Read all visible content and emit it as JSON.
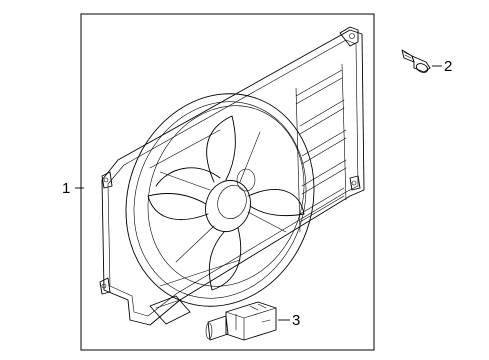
{
  "callouts": [
    {
      "id": "fan-shroud-assembly",
      "number": "1"
    },
    {
      "id": "bolt",
      "number": "2"
    },
    {
      "id": "fan-control-module",
      "number": "3"
    }
  ]
}
